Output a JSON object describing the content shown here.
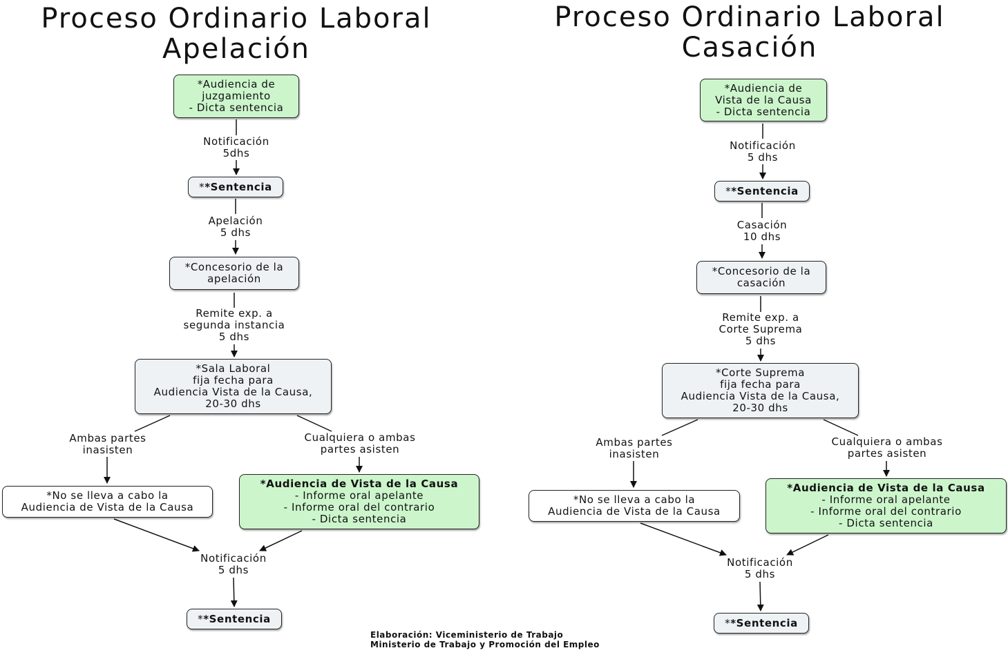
{
  "left": {
    "title_line1": "Proceso Ordinario Laboral",
    "title_line2": "Apelación",
    "box1": [
      "*Audiencia de",
      "juzgamiento",
      "- Dicta sentencia"
    ],
    "edge1": [
      "Notificación",
      "5dhs"
    ],
    "box2": "*Sentencia",
    "edge2": [
      "Apelación",
      "5 dhs"
    ],
    "box3": [
      "*Concesorio de la",
      "apelación"
    ],
    "edge3": [
      "Remite exp. a",
      "segunda instancia",
      "5 dhs"
    ],
    "box4": [
      "*Sala Laboral",
      "fija fecha para",
      "Audiencia Vista de la Causa,",
      "20-30 dhs"
    ],
    "edge_left": [
      "Ambas partes",
      "inasisten"
    ],
    "edge_right": [
      "Cualquiera o ambas",
      "partes asisten"
    ],
    "box5": [
      "*No se lleva a cabo la",
      "Audiencia de Vista de la Causa"
    ],
    "box6_head": "*Audiencia de Vista de la Causa",
    "box6": [
      "- Informe oral apelante",
      "- Informe oral del contrario",
      "- Dicta sentencia"
    ],
    "edge_final": [
      "Notificación",
      "5 dhs"
    ],
    "box7": "*Sentencia"
  },
  "right": {
    "title_line1": "Proceso Ordinario Laboral",
    "title_line2": "Casación",
    "box1": [
      "*Audiencia de",
      "Vista de la Causa",
      "- Dicta sentencia"
    ],
    "edge1": [
      "Notificación",
      "5 dhs"
    ],
    "box2": "*Sentencia",
    "edge2": [
      "Casación",
      "10 dhs"
    ],
    "box3": [
      "*Concesorio de la",
      "casación"
    ],
    "edge3": [
      "Remite exp. a",
      "Corte Suprema",
      "5 dhs"
    ],
    "box4": [
      "*Corte Suprema",
      "fija fecha para",
      "Audiencia Vista de la Causa,",
      "20-30 dhs"
    ],
    "edge_left": [
      "Ambas partes",
      "inasisten"
    ],
    "edge_right": [
      "Cualquiera o ambas",
      "partes asisten"
    ],
    "box5": [
      "*No se lleva a cabo la",
      "Audiencia de Vista de la Causa"
    ],
    "box6_head": "*Audiencia de Vista de la Causa",
    "box6": [
      "- Informe oral apelante",
      "- Informe oral del contrario",
      "- Dicta sentencia"
    ],
    "edge_final": [
      "Notificación",
      "5 dhs"
    ],
    "box7": "*Sentencia"
  },
  "footer": {
    "line1": "Elaboración: Viceministerio de Trabajo",
    "line2": "Ministerio de Trabajo y Promoción del Empleo"
  },
  "colors": {
    "green_box": "#ccf5cc",
    "gray_box": "#eef2f5",
    "line": "#111111"
  }
}
